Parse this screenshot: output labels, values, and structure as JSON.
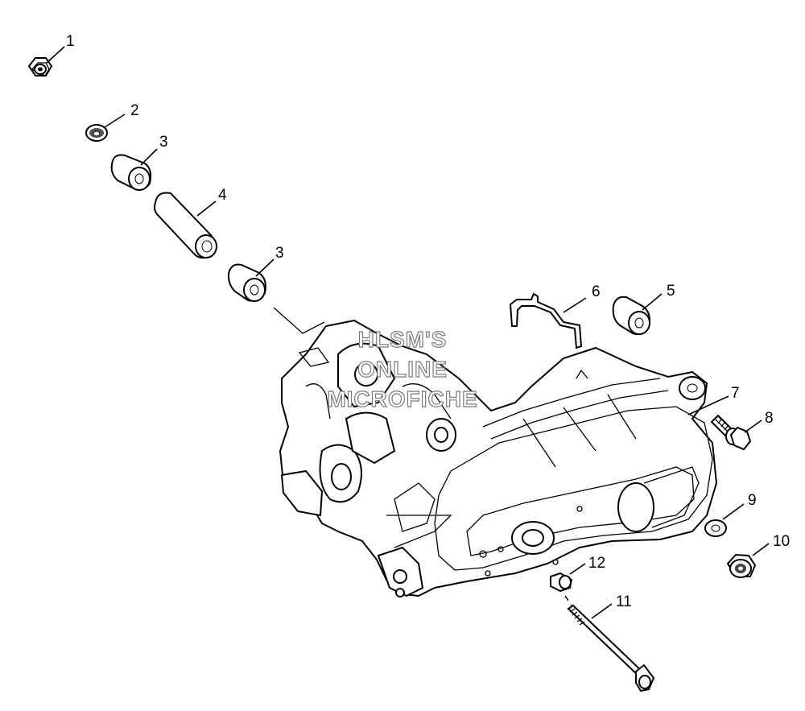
{
  "callouts": [
    "1",
    "2",
    "3",
    "4",
    "3",
    "6",
    "5",
    "7",
    "8",
    "9",
    "10",
    "12",
    "11"
  ],
  "watermark": [
    "HLSM'S",
    "ONLINE",
    "MICROFICHE"
  ],
  "parts": [
    {
      "ref": "1",
      "icon": "hex-nut-icon"
    },
    {
      "ref": "2",
      "icon": "washer-icon"
    },
    {
      "ref": "3",
      "icon": "bushing-icon"
    },
    {
      "ref": "4",
      "icon": "sleeve-icon"
    },
    {
      "ref": "5",
      "icon": "bushing-icon"
    },
    {
      "ref": "6",
      "icon": "bracket-icon"
    },
    {
      "ref": "7",
      "icon": "engine-assembly-icon"
    },
    {
      "ref": "8",
      "icon": "flange-bolt-icon"
    },
    {
      "ref": "9",
      "icon": "washer-icon"
    },
    {
      "ref": "10",
      "icon": "flange-nut-icon"
    },
    {
      "ref": "11",
      "icon": "long-bolt-icon"
    },
    {
      "ref": "12",
      "icon": "collar-icon"
    }
  ]
}
